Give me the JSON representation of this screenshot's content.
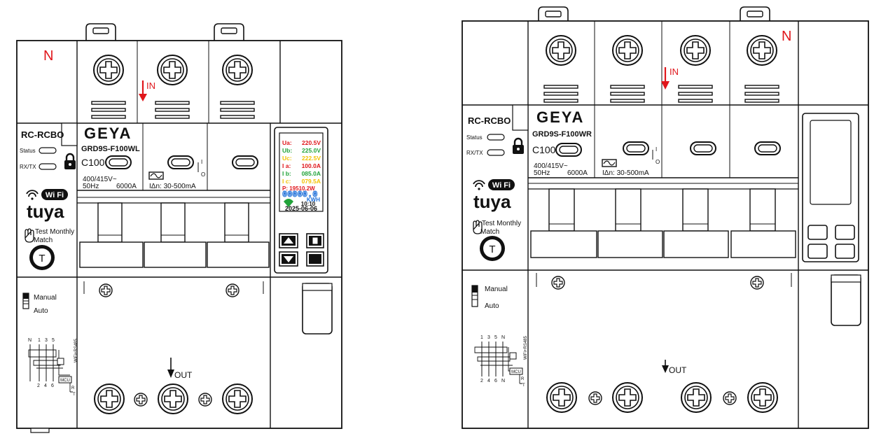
{
  "left_device": {
    "neutral_label": "N",
    "model_type": "RC-RCBO",
    "brand": "GEYA",
    "model_number": "GRD9S-F100WL",
    "rating": "C100",
    "voltage": "400/415V~",
    "frequency": "50Hz",
    "breaking_capacity": "6000A",
    "leakage": "IΔn: 30-500mA",
    "indicator_status": "Status",
    "indicator_rxtx": "RX/TX",
    "wifi_label": "Wi Fi",
    "tuya_label": "tuya",
    "test_label_line1": "Test Monthly",
    "test_label_line2": "Match",
    "test_button_letter": "T",
    "mode_manual": "Manual",
    "mode_auto": "Auto",
    "in_label": "IN",
    "out_label": "OUT",
    "on_off_i": "I",
    "on_off_o": "O",
    "schematic_side_label": "WiFi+RS485",
    "schematic_mcu": "MCU",
    "schematic_top": [
      "N",
      "1",
      "3",
      "5"
    ],
    "schematic_bottom": [
      "2",
      "4",
      "6"
    ],
    "schematic_rt": [
      "R",
      "T"
    ],
    "display": {
      "rows": [
        {
          "label": "Ua:",
          "value": "220.5V",
          "color": "#e0161b"
        },
        {
          "label": "Ub:",
          "value": "225.0V",
          "color": "#22a33a"
        },
        {
          "label": "Uc:",
          "value": "222.5V",
          "color": "#f2c200"
        },
        {
          "label": "I a:",
          "value": "100.0A",
          "color": "#e0161b"
        },
        {
          "label": "I b:",
          "value": "085.0A",
          "color": "#22a33a"
        },
        {
          "label": "I c:",
          "value": "079.5A",
          "color": "#f2c200"
        }
      ],
      "power": "P: 19510.2W",
      "energy": "00000.0",
      "unit": "KWH",
      "time": "10:10",
      "date": "2025-06-06"
    }
  },
  "right_device": {
    "neutral_label": "N",
    "model_type": "RC-RCBO",
    "brand": "GEYA",
    "model_number": "GRD9S-F100WR",
    "rating": "C100",
    "voltage": "400/415V~",
    "frequency": "50Hz",
    "breaking_capacity": "6000A",
    "leakage": "IΔn: 30-500mA",
    "indicator_status": "Status",
    "indicator_rxtx": "RX/TX",
    "wifi_label": "Wi Fi",
    "tuya_label": "tuya",
    "test_label_line1": "Test Monthly",
    "test_label_line2": "Match",
    "test_button_letter": "T",
    "mode_manual": "Manual",
    "mode_auto": "Auto",
    "in_label": "IN",
    "out_label": "OUT",
    "on_off_i": "I",
    "on_off_o": "O",
    "schematic_side_label": "WiFi+RS485",
    "schematic_mcu": "MCU",
    "schematic_top": [
      "1",
      "3",
      "5",
      "N"
    ],
    "schematic_bottom": [
      "2",
      "4",
      "6",
      "N"
    ],
    "schematic_rt": [
      "R",
      "T"
    ]
  },
  "colors": {
    "accent_red": "#e0161b",
    "line": "#111111"
  }
}
